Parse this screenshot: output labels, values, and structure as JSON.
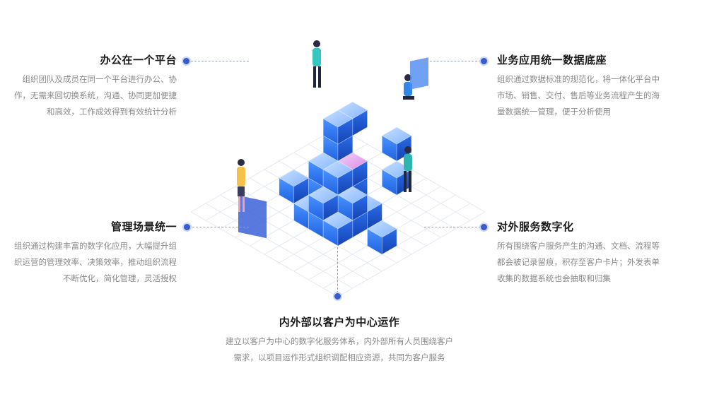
{
  "features": {
    "top_left": {
      "title": "办公在一个平台",
      "lines": [
        "组织团队及成员在同一个平台进行办公、协",
        "作，无需来回切换系统，沟通、协同更加便捷",
        "和高效，工作成效得到有效统计分析"
      ]
    },
    "mid_left": {
      "title": "管理场景统一",
      "lines": [
        "组织通过构建丰富的数字化应用，大幅提升组",
        "织运营的管理效率、决策效率，推动组织流程",
        "不断优化，简化管理，灵活授权"
      ]
    },
    "top_right": {
      "title": "业务应用统一数据底座",
      "lines": [
        "组织通过数据标准的规范化，将一体化平台中",
        "市场、销售、交付、售后等业务流程产生的海",
        "量数据统一管理，便于分析使用"
      ]
    },
    "mid_right": {
      "title": "对外服务数字化",
      "lines": [
        "所有围绕客户服务产生的沟通、文档、流程等",
        "都会被记录留痕，积存至客户卡片；外发表单",
        "收集的数据系统也会抽取和归集"
      ]
    },
    "bottom": {
      "title": "内外部以客户为中心运作",
      "lines": [
        "建立以客户为中心的数字化服务体系，内外部所有人员围绕客户",
        "需求，以项目运作形式组织调配相应资源，共同为客户服务"
      ]
    }
  },
  "colors": {
    "cube_top": "#9ec9ff",
    "cube_left": "#2f7df0",
    "cube_right": "#1a54c9",
    "accent_pink": "#e7a6ee",
    "connector_dot": "#3a5bcc"
  }
}
